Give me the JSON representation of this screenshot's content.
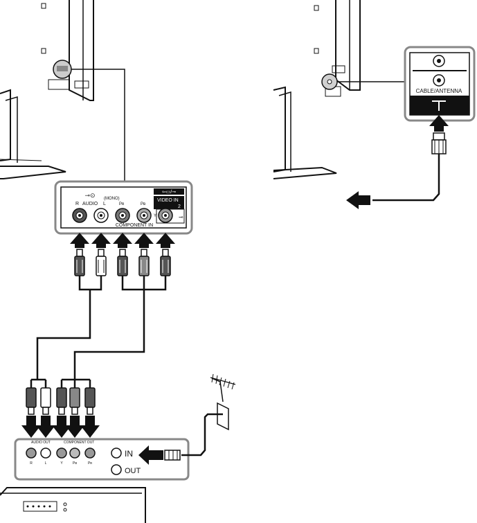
{
  "left_panel": {
    "audio_label": "AUDIO",
    "audio_r_label": "R",
    "audio_l_label": "L",
    "audio_mono_label": "(MONO)",
    "pb_label": "Pʙ",
    "pr_label": "Pʀ",
    "y_label": "Y",
    "video_in_label": "VIDEO IN",
    "video_in_number": "2",
    "component_in_label": "COMPONENT IN"
  },
  "right_panel": {
    "cable_antenna_label": "CABLE/ANTENNA"
  },
  "device_panel": {
    "audio_out_label": "AUDIO OUT",
    "component_out_label": "COMPONENT OUT",
    "r_label": "R",
    "l_label": "L",
    "y_label": "Y",
    "pb_label": "Pʙ",
    "pr_label": "Pʀ",
    "in_label": "IN",
    "out_label": "OUT"
  },
  "colors": {
    "line": "#111111",
    "panel_fill": "#ffffff",
    "label_bar": "#111111",
    "jack_red": "#555555",
    "jack_gray": "#aaaaaa",
    "jack_white": "#ffffff"
  }
}
